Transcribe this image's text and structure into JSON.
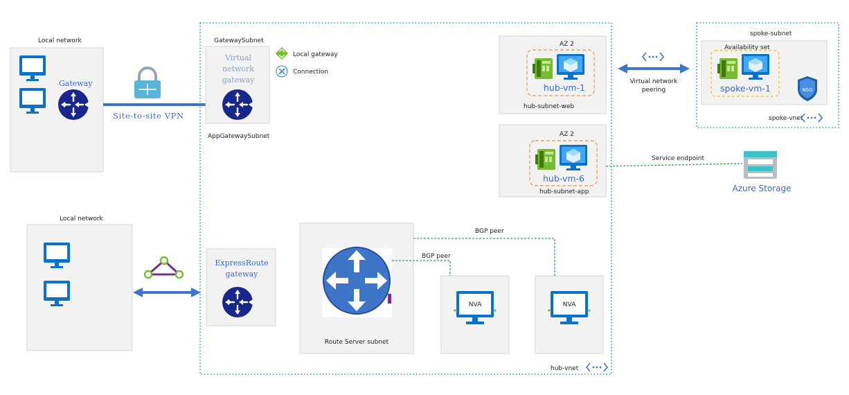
{
  "local_network_top": {
    "label": "Local network",
    "gateway_label": "Gateway"
  },
  "local_network_bottom": {
    "label": "Local network"
  },
  "vpn": {
    "label": "Site-to-site VPN"
  },
  "gateway_subnet": {
    "label": "GatewaySubnet",
    "vng_lines": [
      "Virtual",
      "network",
      "gateway"
    ]
  },
  "legend": {
    "local_gateway": "Local gateway",
    "connection": "Connection"
  },
  "app_gateway_subnet": {
    "label": "AppGatewaySubnet"
  },
  "expressroute": {
    "lines": [
      "ExpressRoute",
      "gateway"
    ]
  },
  "route_server": {
    "label": "Route Server subnet"
  },
  "nva": {
    "label": "NVA"
  },
  "bgp": {
    "peer_long": "BGP peer",
    "peer_short": "BGP peer"
  },
  "hub_vnet": {
    "label": "hub-vnet"
  },
  "hub_web": {
    "az": "AZ 2",
    "vm": "hub-vm-1",
    "subnet": "hub-subnet-web"
  },
  "hub_app": {
    "az": "AZ 2",
    "vm": "hub-vm-6",
    "subnet": "hub-subnet-app"
  },
  "peering": {
    "lines": [
      "Virtual network",
      "peering"
    ]
  },
  "spoke": {
    "subnet": "spoke-subnet",
    "availability_set": "Availability set",
    "vm": "spoke-vm-1",
    "nsg": "NSG",
    "vnet": "spoke-vnet"
  },
  "service_endpoint": {
    "label": "Service endpoint"
  },
  "storage": {
    "label": "Azure Storage"
  },
  "colors": {
    "accent_blue": "#3f75c9",
    "router_navy": "#17278b",
    "dotted_blue": "#2b90d0",
    "orange_dash": "#f0a060",
    "green_dash": "#2ea44f",
    "purple": "#7b2b8c"
  }
}
